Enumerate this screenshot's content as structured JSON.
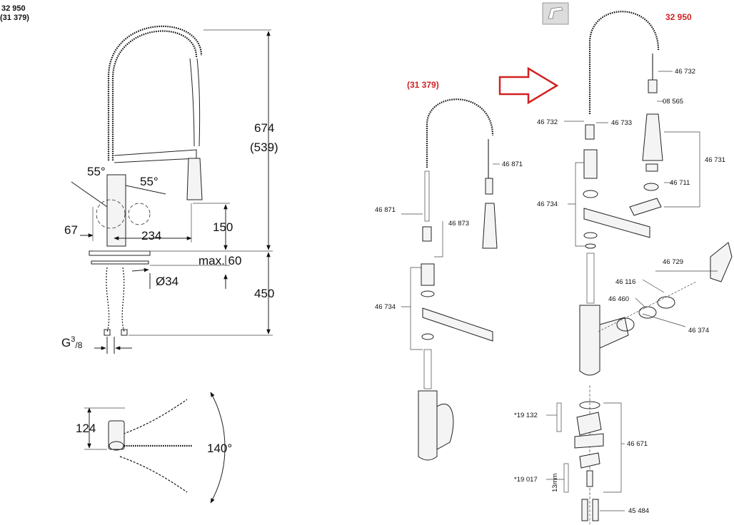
{
  "header": {
    "model_main": "32 950",
    "model_alt": "(31 379)"
  },
  "dimensions": {
    "height_total": "674",
    "height_alt": "(539)",
    "angle_left": "55°",
    "angle_right": "55°",
    "offset_67": "67",
    "reach_234": "234",
    "spout_150": "150",
    "max_60": "max. 60",
    "diam_34": "Ø34",
    "hose_450": "450",
    "g_label": "G",
    "g_sup": "3",
    "g_sub": "/8",
    "top_124": "124",
    "swivel_140": "140°"
  },
  "mid_title": "(31 379)",
  "right_title": "32 950",
  "mid_parts": [
    "46 871",
    "46 871",
    "46 873",
    "46 734"
  ],
  "right_parts": {
    "p46732a": "46 732",
    "p08565": "08 565",
    "p46732b": "46 732",
    "p46733": "46 733",
    "p46731": "46 731",
    "p46711": "46 711",
    "p46734": "46 734",
    "p46729": "46 729",
    "p46116": "46 116",
    "p46460": "46 460",
    "p46374": "46 374",
    "p19132": "*19 132",
    "p46671": "46 671",
    "p19017": "*19 017",
    "p13mm": "13mm",
    "p45484": "45 484"
  },
  "colors": {
    "accent_red": "#d22222",
    "line": "#222222"
  },
  "icons": [
    "arrow-right-icon",
    "faucet-thumbnail-icon"
  ]
}
